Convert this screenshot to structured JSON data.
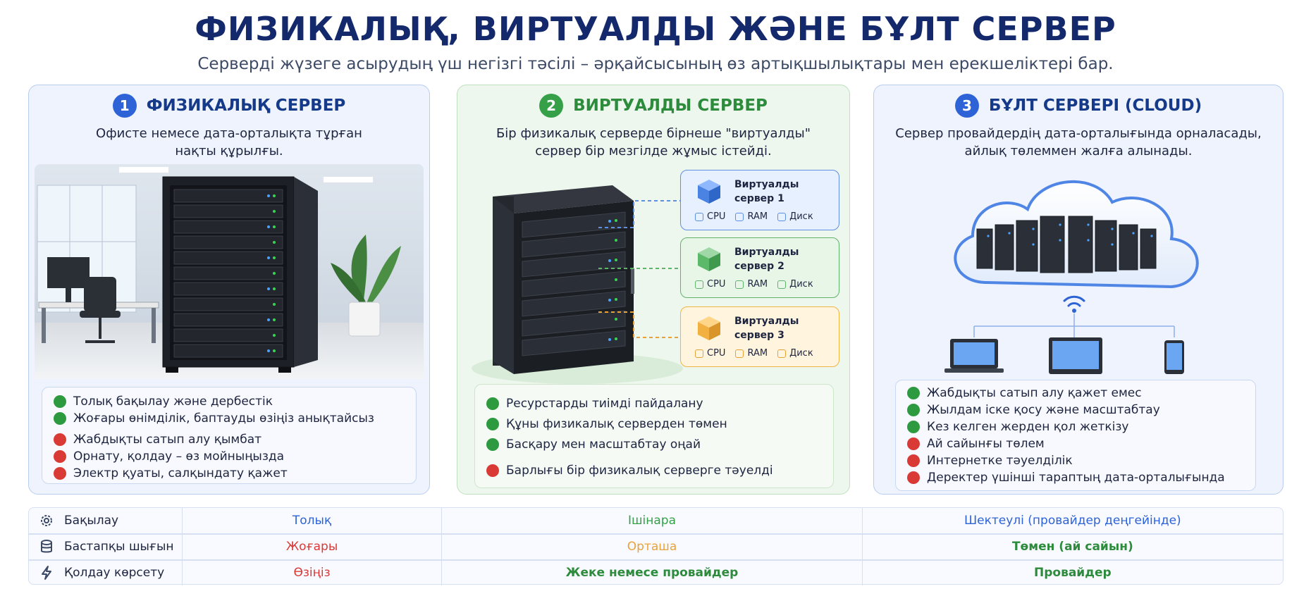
{
  "title": "ФИЗИКАЛЫҚ, ВИРТУАЛДЫ ЖӘНЕ БҰЛТ СЕРВЕР",
  "subtitle": "Серверді жүзеге асырудың үш негізгі тәсілі – әрқайсысының өз артықшылықтары мен ерекшеліктері бар.",
  "colors": {
    "blue": "#2d63d6",
    "green": "#35a047",
    "orange": "#e9a23a",
    "red": "#d93a36",
    "navy": "#14296b"
  },
  "panels": [
    {
      "number": "1",
      "title": "ФИЗИКАЛЫҚ СЕРВЕР",
      "desc1": "Офисте немесе дата-орталықта тұрған",
      "desc2": "нақты құрылғы.",
      "features": [
        {
          "type": "pro",
          "text": "Толық бақылау және дербестік"
        },
        {
          "type": "pro",
          "text": "Жоғары өнімділік, баптауды өзіңіз анықтайсыз"
        },
        {
          "type": "con",
          "text": "Жабдықты сатып алу қымбат"
        },
        {
          "type": "con",
          "text": "Орнату, қолдау – өз мойныңызда"
        },
        {
          "type": "con",
          "text": "Электр қуаты, салқындату қажет"
        }
      ]
    },
    {
      "number": "2",
      "title": "ВИРТУАЛДЫ СЕРВЕР",
      "desc1": "Бір физикалық серверде бірнеше \"виртуалды\"",
      "desc2": "сервер бір мезгілде жұмыс істейді.",
      "vms": [
        {
          "line1": "Виртуалды",
          "line2": "сервер 1",
          "cpu": "CPU",
          "ram": "RAM",
          "disk": "Диск"
        },
        {
          "line1": "Виртуалды",
          "line2": "сервер 2",
          "cpu": "CPU",
          "ram": "RAM",
          "disk": "Диск"
        },
        {
          "line1": "Виртуалды",
          "line2": "сервер 3",
          "cpu": "CPU",
          "ram": "RAM",
          "disk": "Диск"
        }
      ],
      "features": [
        {
          "type": "pro",
          "text": "Ресурстарды тиімді пайдалану"
        },
        {
          "type": "pro",
          "text": "Құны физикалық серверден төмен"
        },
        {
          "type": "pro",
          "text": "Басқару мен масштабтау оңай"
        },
        {
          "type": "con",
          "text": "Барлығы бір физикалық серверге тәуелді"
        }
      ]
    },
    {
      "number": "3",
      "title": "БҰЛТ СЕРВЕРІ (CLOUD)",
      "desc1": "Сервер провайдердің дата-орталығында орналасады,",
      "desc2": "айлық төлеммен жалға алынады.",
      "features": [
        {
          "type": "pro",
          "text": "Жабдықты сатып алу қажет емес"
        },
        {
          "type": "pro",
          "text": "Жылдам іске қосу және масштабтау"
        },
        {
          "type": "pro",
          "text": "Кез келген жерден қол жеткізу"
        },
        {
          "type": "con",
          "text": "Ай сайынғы төлем"
        },
        {
          "type": "con",
          "text": "Интернетке тәуелділік"
        },
        {
          "type": "con",
          "text": "Деректер үшінші тараптың дата-орталығында"
        }
      ]
    }
  ],
  "comparison": [
    {
      "label": "Бақылау",
      "icon": "gear-icon",
      "physical": "Толық",
      "virtual": "Ішінара",
      "cloud": "Шектеулі (провайдер деңгейінде)"
    },
    {
      "label": "Бастапқы шығын",
      "icon": "database-icon",
      "physical": "Жоғары",
      "virtual": "Орташа",
      "cloud": "Төмен (ай сайын)"
    },
    {
      "label": "Қолдау көрсету",
      "icon": "lightning-icon",
      "physical": "Өзіңіз",
      "virtual": "Жеке немесе провайдер",
      "cloud": "Провайдер"
    }
  ]
}
